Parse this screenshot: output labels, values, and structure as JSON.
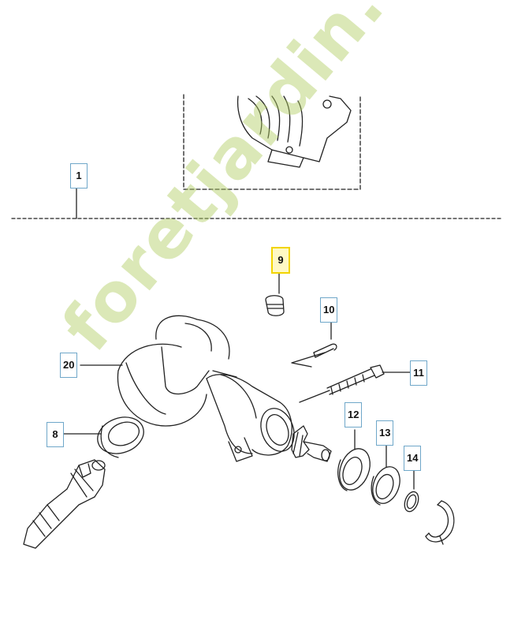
{
  "callouts": [
    {
      "id": "1",
      "label": "1"
    },
    {
      "id": "9",
      "label": "9",
      "highlighted": true
    },
    {
      "id": "10",
      "label": "10"
    },
    {
      "id": "11",
      "label": "11"
    },
    {
      "id": "12",
      "label": "12"
    },
    {
      "id": "13",
      "label": "13"
    },
    {
      "id": "14",
      "label": "14"
    },
    {
      "id": "20",
      "label": "20"
    },
    {
      "id": "8",
      "label": "8"
    }
  ],
  "watermark": {
    "text": "foretjardin.com",
    "color": "#b5d16a"
  },
  "colors": {
    "line": "#222222",
    "callout_border": "#6fa7c9",
    "highlight": "#f2d400"
  }
}
